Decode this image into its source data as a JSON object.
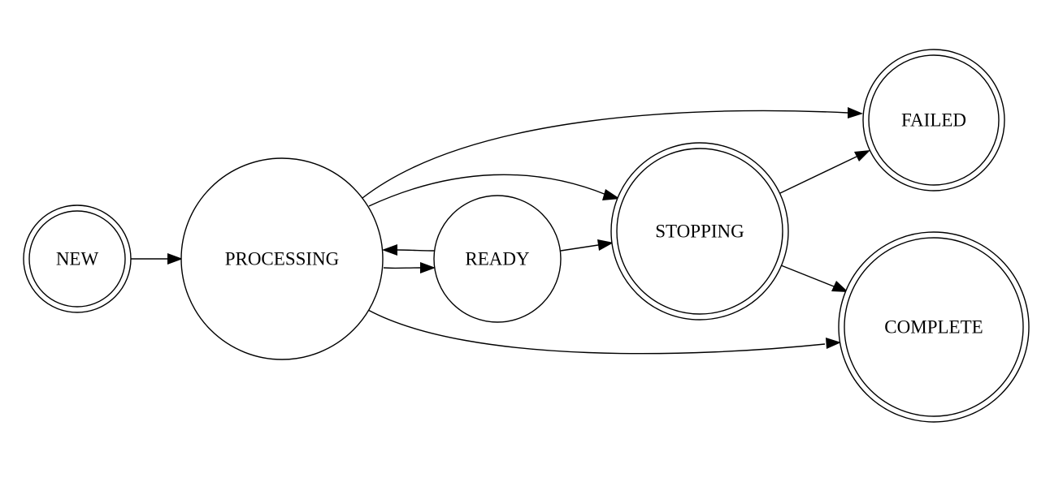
{
  "diagram": {
    "stroke_color": "#000000",
    "background": "#ffffff",
    "nodes": [
      {
        "id": "new",
        "label": "NEW",
        "style": "double-circle"
      },
      {
        "id": "processing",
        "label": "PROCESSING",
        "style": "circle"
      },
      {
        "id": "ready",
        "label": "READY",
        "style": "circle"
      },
      {
        "id": "stopping",
        "label": "STOPPING",
        "style": "double-circle"
      },
      {
        "id": "failed",
        "label": "FAILED",
        "style": "double-circle"
      },
      {
        "id": "complete",
        "label": "COMPLETE",
        "style": "double-circle"
      }
    ],
    "edges": [
      {
        "from": "NEW",
        "to": "PROCESSING"
      },
      {
        "from": "PROCESSING",
        "to": "READY"
      },
      {
        "from": "READY",
        "to": "PROCESSING"
      },
      {
        "from": "PROCESSING",
        "to": "STOPPING"
      },
      {
        "from": "PROCESSING",
        "to": "FAILED"
      },
      {
        "from": "PROCESSING",
        "to": "COMPLETE"
      },
      {
        "from": "READY",
        "to": "STOPPING"
      },
      {
        "from": "STOPPING",
        "to": "FAILED"
      },
      {
        "from": "STOPPING",
        "to": "COMPLETE"
      }
    ]
  }
}
